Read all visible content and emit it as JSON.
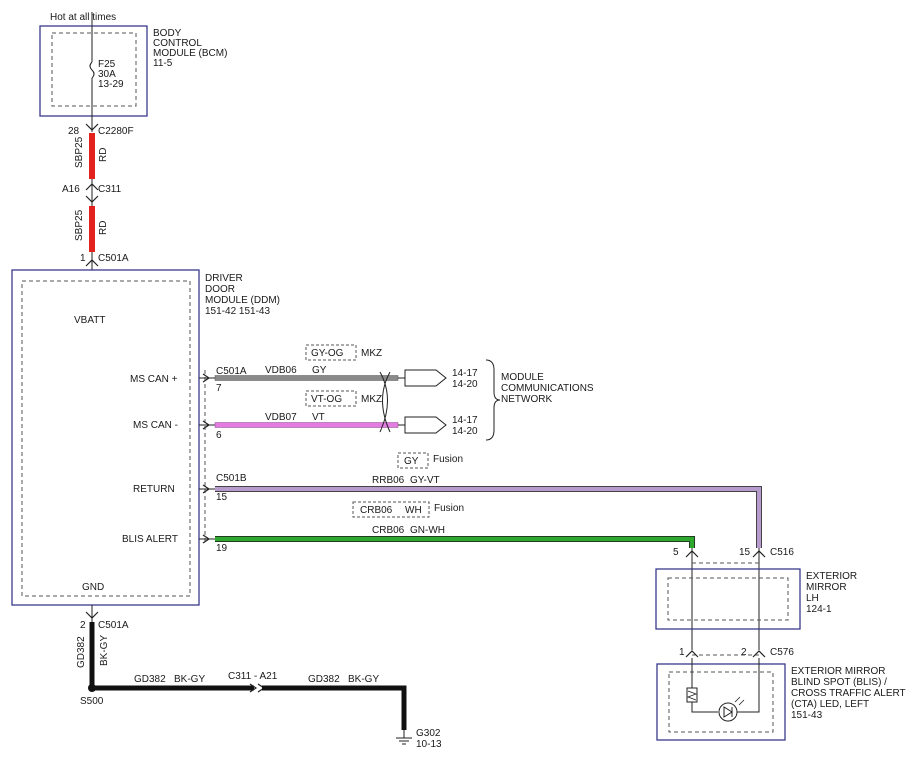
{
  "header": {
    "hot": "Hot at all times"
  },
  "bcm": {
    "name": [
      "BODY",
      "CONTROL",
      "MODULE (BCM)",
      "11-5"
    ],
    "fuse": [
      "F25",
      "30A",
      "13-29"
    ]
  },
  "c2280f": {
    "pin": "28",
    "id": "C2280F"
  },
  "wire_top": {
    "circuit": "SBP25",
    "color": "RD"
  },
  "c311": {
    "pin": "A16",
    "id": "C311"
  },
  "wire_mid": {
    "circuit": "SBP25",
    "color": "RD"
  },
  "c501a_top": {
    "pin": "1",
    "id": "C501A"
  },
  "ddm": {
    "name": [
      "DRIVER",
      "DOOR",
      "MODULE (DDM)",
      "151-42   151-43"
    ],
    "vbatt": "VBATT",
    "ms_can_plus": "MS CAN +",
    "ms_can_minus": "MS CAN -",
    "return": "RETURN",
    "blis_alert": "BLIS ALERT",
    "gnd": "GND"
  },
  "can_plus": {
    "conn": "C501A",
    "pin": "7",
    "circuit": "VDB06",
    "color": "GY",
    "alt_color": "GY-OG",
    "alt_model": "MKZ",
    "ref1": "14-17",
    "ref2": "14-20"
  },
  "can_minus": {
    "pin": "6",
    "circuit": "VDB07",
    "color": "VT",
    "alt_color": "VT-OG",
    "alt_model": "MKZ",
    "ref1": "14-17",
    "ref2": "14-20"
  },
  "network": [
    "MODULE",
    "COMMUNICATIONS",
    "NETWORK"
  ],
  "return_wire": {
    "conn": "C501B",
    "pin": "15",
    "circuit": "RRB06",
    "color": "GY-VT",
    "alt_color": "GY",
    "alt_model": "Fusion"
  },
  "blis_wire": {
    "pin": "19",
    "circuit": "CRB06",
    "color": "GN-WH",
    "alt_circuit": "CRB06",
    "alt_color": "WH",
    "alt_model": "Fusion"
  },
  "c516": {
    "pin_left": "5",
    "pin_right": "15",
    "id": "C516"
  },
  "mirror": [
    "EXTERIOR",
    "MIRROR",
    "LH",
    "124-1"
  ],
  "c576": {
    "pin_left": "1",
    "pin_right": "2",
    "id": "C576"
  },
  "blis_led": [
    "EXTERIOR MIRROR",
    "BLIND SPOT (BLIS) /",
    "CROSS TRAFFIC ALERT",
    "(CTA) LED, LEFT",
    "151-43"
  ],
  "c501a_bot": {
    "pin": "2",
    "id": "C501A"
  },
  "gnd_wire": {
    "circuit": "GD382",
    "color": "BK-GY"
  },
  "splice": "S500",
  "gnd_run1": {
    "circuit": "GD382",
    "color": "BK-GY"
  },
  "c311_a21": "C311 - A21",
  "gnd_run2": {
    "circuit": "GD382",
    "color": "BK-GY"
  },
  "ground": {
    "id": "G302",
    "ref": "10-13"
  }
}
